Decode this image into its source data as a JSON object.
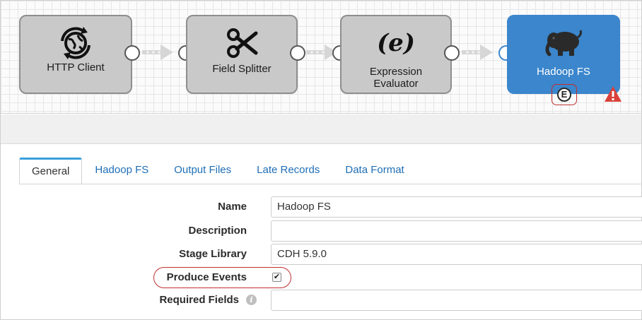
{
  "pipeline": {
    "stages": [
      {
        "label": "HTTP Client",
        "icon": "globe-sync-icon"
      },
      {
        "label": "Field Splitter",
        "icon": "scissors-icon"
      },
      {
        "label": "Expression Evaluator",
        "icon": "expression-icon",
        "icon_text": "(e)"
      },
      {
        "label": "Hadoop FS",
        "icon": "elephant-icon",
        "selected": true
      }
    ],
    "event_badge": "E",
    "selected_color": "#3b86cc",
    "warning_color": "#d9413a"
  },
  "tabs": [
    {
      "label": "General",
      "active": true
    },
    {
      "label": "Hadoop FS"
    },
    {
      "label": "Output Files"
    },
    {
      "label": "Late Records"
    },
    {
      "label": "Data Format"
    }
  ],
  "form": {
    "name": {
      "label": "Name",
      "value": "Hadoop FS"
    },
    "description": {
      "label": "Description",
      "value": ""
    },
    "stage_library": {
      "label": "Stage Library",
      "value": "CDH 5.9.0"
    },
    "produce_events": {
      "label": "Produce Events",
      "checked": true
    },
    "required_fields": {
      "label": "Required Fields",
      "value": "",
      "info_icon": "i"
    }
  }
}
